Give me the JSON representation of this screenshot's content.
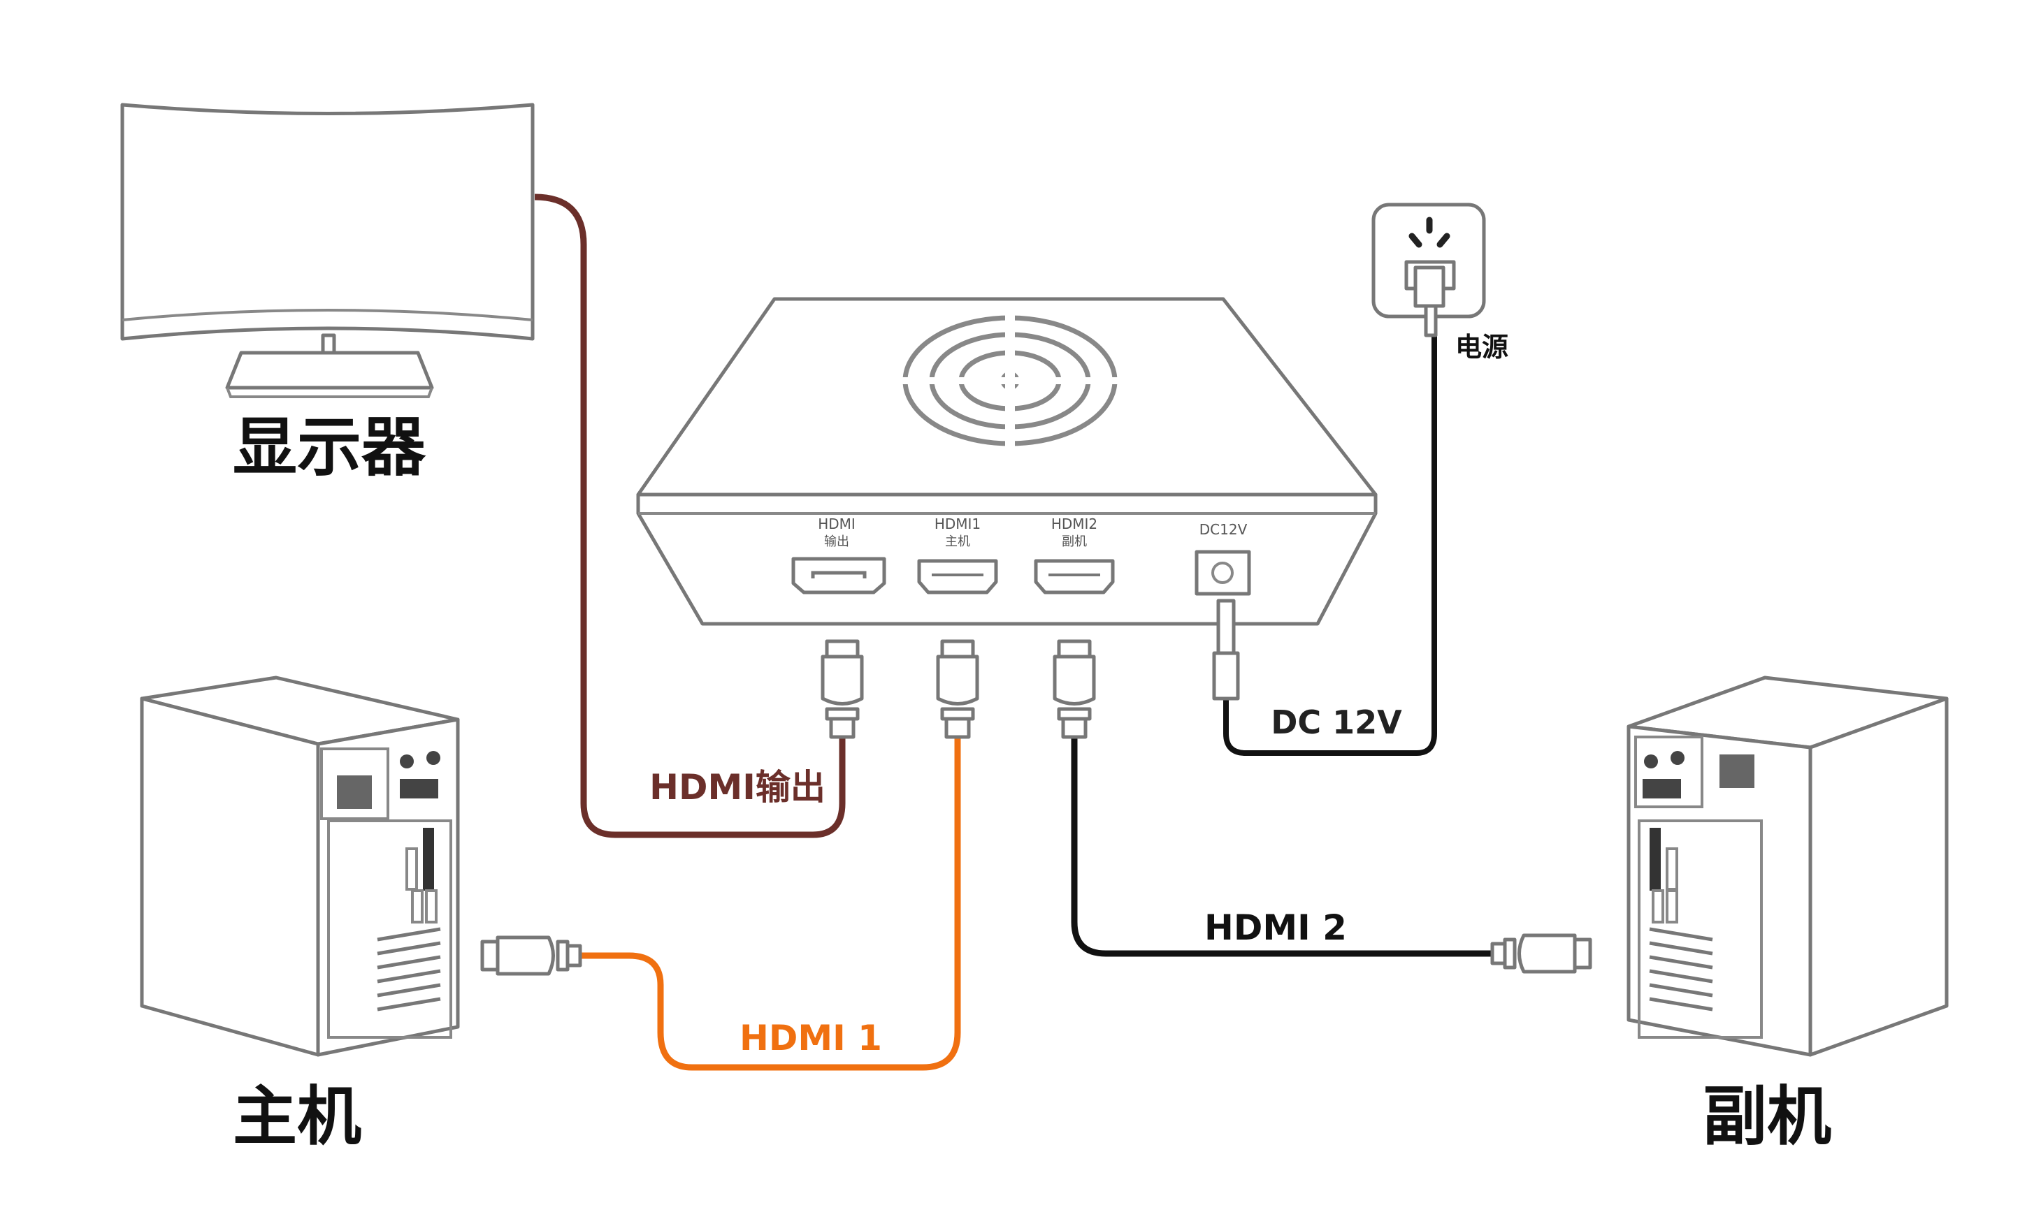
{
  "diagram": {
    "title": "HDMI switch connection diagram",
    "devices": {
      "monitor": {
        "label": "显示器"
      },
      "main_pc": {
        "label": "主机"
      },
      "secondary_pc": {
        "label": "副机"
      },
      "power": {
        "label": "电源"
      }
    },
    "switch_ports": [
      {
        "id": "hdmi-out",
        "line1": "HDMI",
        "line2": "输出"
      },
      {
        "id": "hdmi1",
        "line1": "HDMI1",
        "line2": "主机"
      },
      {
        "id": "hdmi2",
        "line1": "HDMI2",
        "line2": "副机"
      },
      {
        "id": "dc12v",
        "line1": "DC12V",
        "line2": ""
      }
    ],
    "cables": [
      {
        "id": "hdmi-out",
        "label": "HDMI输出",
        "color": "#6b2f2a"
      },
      {
        "id": "hdmi1",
        "label": "HDMI 1",
        "color": "#f07010"
      },
      {
        "id": "hdmi2",
        "label": "HDMI 2",
        "color": "#111111"
      },
      {
        "id": "dc12v",
        "label": "DC 12V",
        "color": "#111111"
      }
    ]
  }
}
